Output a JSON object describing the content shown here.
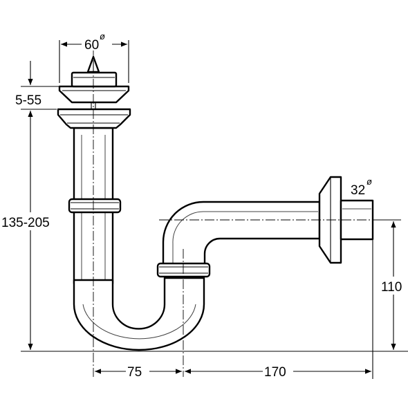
{
  "dimensions": {
    "strainer_diameter": {
      "value": "60",
      "symbol": "ø"
    },
    "strainer_height": {
      "value": "5-55"
    },
    "total_height": {
      "value": "135-205"
    },
    "outlet_diameter": {
      "value": "32",
      "symbol": "ø"
    },
    "outlet_height": {
      "value": "110"
    },
    "trap_offset": {
      "value": "75"
    },
    "outlet_length": {
      "value": "170"
    }
  },
  "colors": {
    "line": "#000000",
    "background": "#ffffff"
  }
}
